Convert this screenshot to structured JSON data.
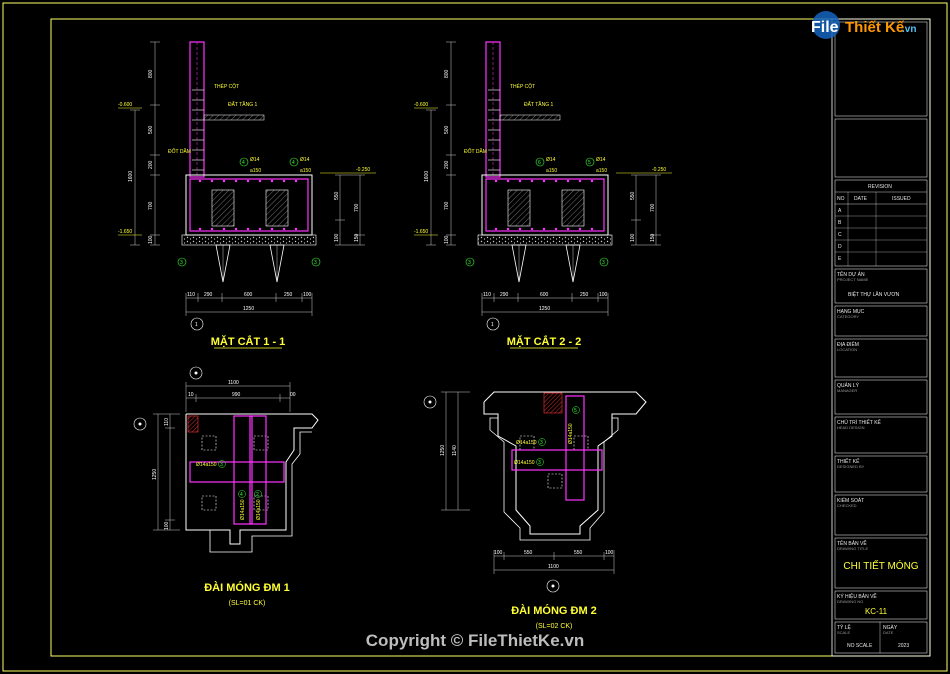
{
  "watermark": {
    "logo_part1": "File",
    "logo_part2": "Thiết Kế",
    "logo_part3": ".vn",
    "copyright": "Copyright © FileThietKe.vn"
  },
  "section1": {
    "title": "MẶT CẮT 1 - 1",
    "top_label": "THÉP CỘT",
    "level_top": "-0.600",
    "level_mid": "-0.250",
    "level_bot": "-1.650",
    "beam_label": "ĐỐT DẦM",
    "slab_label": "ĐẤT TẦNG 1",
    "dims_left": [
      "800",
      "500",
      "200",
      "700",
      "100"
    ],
    "dim_total": "1600",
    "dims_right": [
      "550",
      "700",
      "100",
      "150"
    ],
    "dims_bottom": [
      "110",
      "290",
      "600",
      "250",
      "100"
    ],
    "dim_bottom_total": "1250",
    "rebar_labels": [
      "Ø14",
      "a150",
      "Ø14",
      "a150"
    ],
    "callouts": [
      "4",
      "4",
      "3",
      "3",
      "1"
    ]
  },
  "section2": {
    "title": "MẶT CẮT 2 - 2",
    "top_label": "THÉP CỘT",
    "level_top": "-0.600",
    "level_mid": "-0.250",
    "level_bot": "-1.650",
    "beam_label": "ĐỐT DẦM",
    "slab_label": "ĐẤT TẦNG 1",
    "dims_left": [
      "800",
      "500",
      "200",
      "700",
      "100"
    ],
    "dim_total": "1600",
    "dims_right": [
      "550",
      "700",
      "100",
      "150"
    ],
    "dims_bottom": [
      "110",
      "290",
      "600",
      "250",
      "100"
    ],
    "dim_bottom_total": "1250",
    "rebar_labels": [
      "Ø14",
      "a150",
      "Ø14",
      "a150"
    ],
    "callouts": [
      "6",
      "5",
      "3",
      "3",
      "1"
    ]
  },
  "plan1": {
    "title": "ĐÀI MÓNG ĐM 1",
    "subtitle": "(SL=01 CK)",
    "dim_top_total": "1100",
    "dims_top": [
      "10",
      "990",
      "00"
    ],
    "dims_left": [
      "110",
      "1250",
      "100"
    ],
    "rebar_h": "Ø14a150",
    "rebar_v1": "Ø14a150",
    "rebar_v2": "Ø14a150",
    "callouts": [
      "3",
      "4",
      "2"
    ]
  },
  "plan2": {
    "title": "ĐÀI MÓNG ĐM 2",
    "subtitle": "(SL=02 CK)",
    "dims_bottom": [
      "100",
      "550",
      "550",
      "100"
    ],
    "dim_bottom_total": "1100",
    "dims_left": [
      "1250",
      "1140"
    ],
    "rebar_h": "Ø14a150",
    "rebar_v": "Ø14a150",
    "callouts": [
      "3",
      "5",
      "3"
    ]
  },
  "title_block": {
    "revision_header": "REVISION",
    "revision_cols": [
      "NO",
      "DATE",
      "ISSUED"
    ],
    "revision_rows": [
      "A",
      "B",
      "C",
      "D",
      "E"
    ],
    "project_label": "TÊN DỰ ÁN",
    "project_sub": "PROJECT NAME",
    "project_value": "BIỆT THỰ LÂN VƯƠN",
    "category_label": "HẠNG MỤC",
    "category_sub": "CATEGORY",
    "location_label": "ĐỊA ĐIỂM",
    "location_sub": "LOCATION",
    "manager_label": "QUẢN LÝ",
    "manager_sub": "MANAGER",
    "head_label": "CHỦ TRÌ THIẾT KẾ",
    "head_sub": "HEAD DESIGN",
    "designer_label": "THIẾT KẾ",
    "designer_sub": "DESIGNED BY",
    "checker_label": "KIỂM SOÁT",
    "checker_sub": "CHECKED",
    "drawing_title_label": "TÊN BẢN VẼ",
    "drawing_title_sub": "DRAWING TITLE",
    "drawing_title_value": "CHI TIẾT MÓNG",
    "drawing_no_label": "KÝ HIỆU BẢN VẼ",
    "drawing_no_sub": "DRAWING NO",
    "drawing_no_value": "KC-11",
    "scale_label": "TỶ LỆ",
    "scale_sub": "SCALE",
    "scale_value": "NO SCALE",
    "date_label": "NGÀY",
    "date_sub": "DATE",
    "date_value": "2023"
  },
  "colors": {
    "background": "#000000",
    "frame": "#ffff66",
    "column": "#ff33ff",
    "rebar": "#ff33ff",
    "outline": "#ffffff",
    "dim": "#33ff66",
    "title": "#ffff33"
  }
}
